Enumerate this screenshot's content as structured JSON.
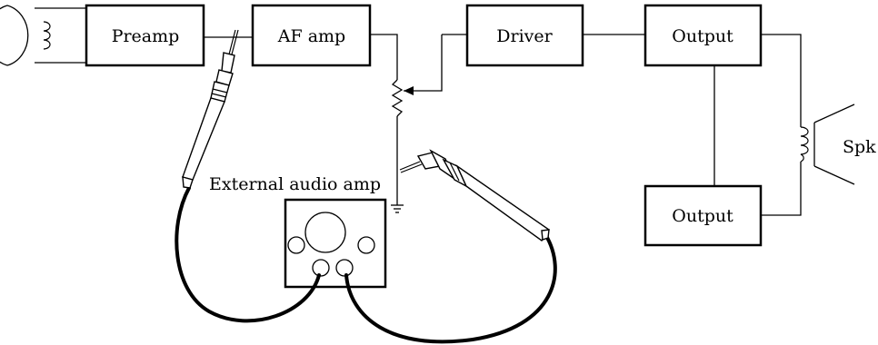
{
  "blocks": {
    "preamp": "Preamp",
    "af_amp": "AF amp",
    "driver": "Driver",
    "output_top": "Output",
    "output_bottom": "Output"
  },
  "labels": {
    "external_amp": "External audio amp",
    "speaker": "Spk"
  },
  "icons": [
    "pickup-coil-icon",
    "potentiometer-icon",
    "probe-icon",
    "ground-icon",
    "speaker-transformer-icon",
    "speaker-icon",
    "external-amp-icon"
  ],
  "colors": {
    "line": "#000000",
    "background": "#ffffff"
  }
}
